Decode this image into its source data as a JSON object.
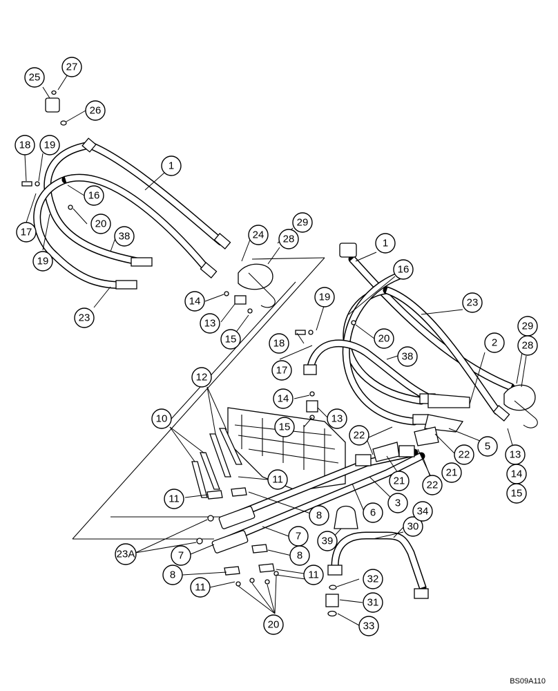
{
  "document_code": "BS09A110",
  "callouts": [
    "25",
    "27",
    "26",
    "18",
    "19",
    "1",
    "16",
    "17",
    "20",
    "38",
    "19",
    "24",
    "29",
    "28",
    "14",
    "23",
    "13",
    "15",
    "1",
    "16",
    "23",
    "19",
    "20",
    "29",
    "28",
    "18",
    "17",
    "38",
    "2",
    "12",
    "14",
    "13",
    "10",
    "15",
    "22",
    "5",
    "22",
    "21",
    "22",
    "21",
    "13",
    "14",
    "15",
    "11",
    "11",
    "3",
    "6",
    "8",
    "7",
    "23A",
    "7",
    "8",
    "30",
    "34",
    "39",
    "8",
    "11",
    "11",
    "32",
    "31",
    "33",
    "20"
  ]
}
